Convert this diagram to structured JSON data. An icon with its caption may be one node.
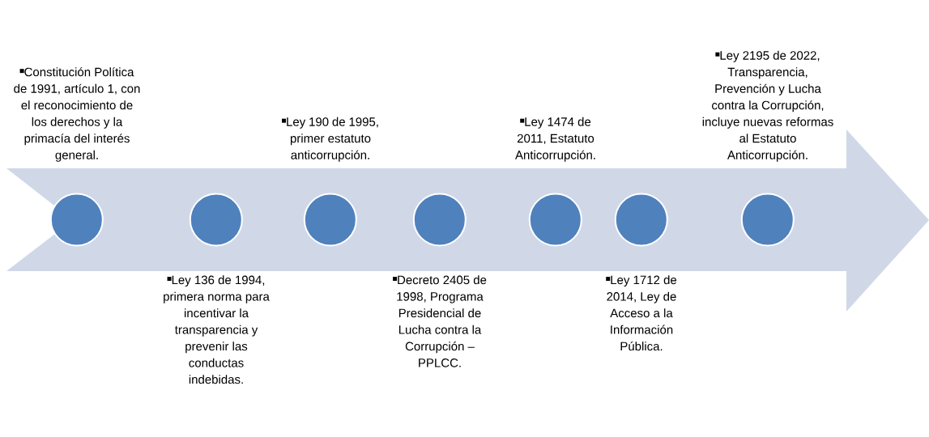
{
  "diagram": {
    "nodes": [
      {
        "text": [],
        "shape": "arrow"
      },
      {
        "text": [],
        "shape": "circle",
        "in": 0,
        "beside": [
          "Constitución Política de 1991, artículo 1, con el reconocimiento de los derechos y la primacía del interés general."
        ]
      },
      {
        "text": [],
        "shape": "circle",
        "in": 0,
        "beside": [
          "Ley 136 de 1994, primera norma para incentivar la transparencia y prevenir las conductas indebidas."
        ]
      },
      {
        "text": [],
        "shape": "circle",
        "in": 0,
        "beside": [
          "Ley 190 de 1995, primer estatuto anticorrupción."
        ]
      },
      {
        "text": [],
        "shape": "circle",
        "in": 0,
        "beside": [
          "Decreto 2405 de 1998, Programa Presidencial de Lucha contra la Corrupción – PPLCC."
        ]
      },
      {
        "text": [],
        "shape": "circle",
        "in": 0,
        "beside": [
          "Ley 1474 de 2011, Estatuto Anticorrupción."
        ]
      },
      {
        "text": [],
        "shape": "circle",
        "in": 0,
        "beside": [
          "Ley 1712 de 2014, Ley de Acceso a la Información Pública."
        ]
      },
      {
        "text": [],
        "shape": "circle",
        "in": 0,
        "beside": [
          "Ley 2195 de 2022, Transparencia, Prevención y Lucha contra la Corrupción, incluye nuevas reformas al Estatuto Anticorrupción."
        ]
      }
    ]
  }
}
